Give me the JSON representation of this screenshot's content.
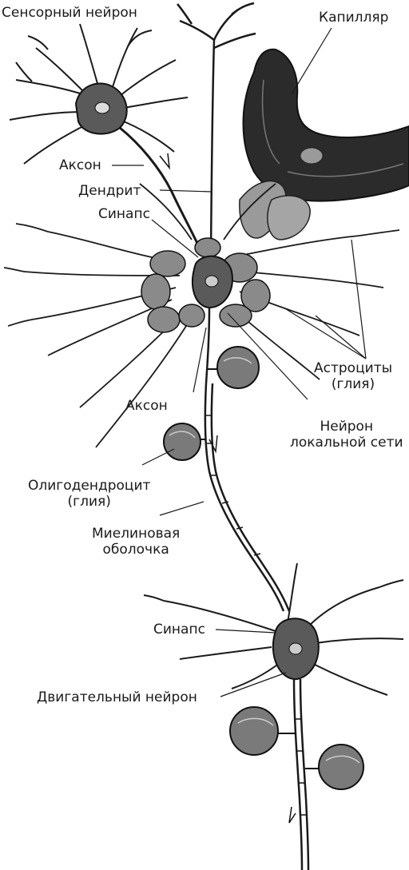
{
  "labels": {
    "sensory_neuron": "Сенсорный нейрон",
    "capillary": "Капилляр",
    "axon_top": "Аксон",
    "dendrite": "Дендрит",
    "synapse_top": "Синапс",
    "astrocytes_line1": "Астроциты",
    "astrocytes_line2": "(глия)",
    "axon_mid": "Аксон",
    "local_neuron_line1": "Нейрон",
    "local_neuron_line2": "локальной сети",
    "oligodendrocyte_line1": "Олигодендроцит",
    "oligodendrocyte_line2": "(глия)",
    "myelin_line1": "Миелиновая",
    "myelin_line2": "оболочка",
    "synapse_bottom": "Синапс",
    "motor_neuron": "Двигательный нейрон"
  },
  "colors": {
    "ink": "#1a1a1a",
    "body_fill": "#5a5a5a",
    "capillary_fill": "#2b2b2b",
    "glia_fill": "#8a8a8a",
    "background": "#ffffff"
  }
}
